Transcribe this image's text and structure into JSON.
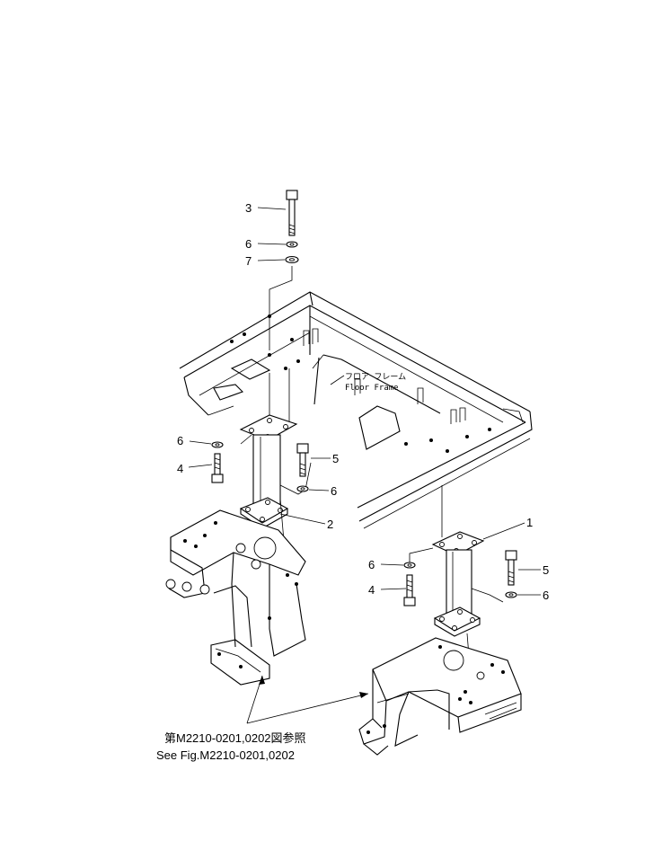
{
  "callouts": [
    {
      "id": "c3",
      "text": "3"
    },
    {
      "id": "c6a",
      "text": "6"
    },
    {
      "id": "c7",
      "text": "7"
    },
    {
      "id": "c6b",
      "text": "6"
    },
    {
      "id": "c4a",
      "text": "4"
    },
    {
      "id": "c5a",
      "text": "5"
    },
    {
      "id": "c6c",
      "text": "6"
    },
    {
      "id": "c2",
      "text": "2"
    },
    {
      "id": "c1",
      "text": "1"
    },
    {
      "id": "c6d",
      "text": "6"
    },
    {
      "id": "c5b",
      "text": "5"
    },
    {
      "id": "c4b",
      "text": "4"
    },
    {
      "id": "c6e",
      "text": "6"
    }
  ],
  "floor_frame": {
    "label_jp": "フロア フレーム",
    "label_en": "Floor Frame"
  },
  "reference": {
    "line_jp": "第M2210-0201,0202図参照",
    "line_en": "See Fig.M2210-0201,0202"
  }
}
